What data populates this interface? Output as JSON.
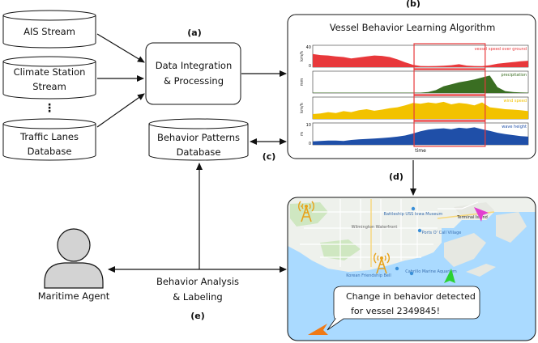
{
  "sources": {
    "ais": "AIS Stream",
    "climate_line1": "Climate Station",
    "climate_line2": "Stream",
    "ellipsis": "⋮",
    "traffic_line1": "Traffic Lanes",
    "traffic_line2": "Database"
  },
  "integration": {
    "tag": "(a)",
    "line1": "Data Integration",
    "line2": "& Processing"
  },
  "patterns_db": {
    "line1": "Behavior Patterns",
    "line2": "Database",
    "tag": "(c)"
  },
  "algorithm": {
    "tag": "(b)",
    "title": "Vessel Behavior Learning Algorithm",
    "time_label": "time"
  },
  "map_panel": {
    "tag": "(d)",
    "alert_line1": "Change in behavior detected",
    "alert_line2": "for vessel 2349845!",
    "place_labels": [
      "Battleship USS Iowa Museum",
      "Terminal Island",
      "Wilmington Waterfront",
      "Ports O' Call Village",
      "Cabrillo Marine Aquarium",
      "Korean Friendship Bell"
    ]
  },
  "agent": {
    "label": "Maritime Agent"
  },
  "analysis": {
    "line1": "Behavior Analysis",
    "line2": "& Labeling",
    "tag": "(e)"
  },
  "chart_data": {
    "type": "area",
    "xlabel": "time",
    "highlight_range": [
      0.47,
      0.8
    ],
    "series": [
      {
        "name": "vessel speed over ground",
        "ylabel": "km/h",
        "ymax_label": "40",
        "ymin_label": "0",
        "color": "#e8383b",
        "values": [
          0.68,
          0.62,
          0.6,
          0.55,
          0.52,
          0.45,
          0.5,
          0.55,
          0.6,
          0.58,
          0.52,
          0.4,
          0.25,
          0.12,
          0.06,
          0.05,
          0.06,
          0.07,
          0.1,
          0.15,
          0.08,
          0.06,
          0.05,
          0.1,
          0.18,
          0.22,
          0.26,
          0.3,
          0.33
        ]
      },
      {
        "name": "precipitation",
        "ylabel": "mm",
        "ymax_label": "",
        "ymin_label": "",
        "color": "#3a6e22",
        "values": [
          0.02,
          0.02,
          0.02,
          0.02,
          0.02,
          0.02,
          0.02,
          0.02,
          0.02,
          0.02,
          0.02,
          0.02,
          0.02,
          0.02,
          0.02,
          0.05,
          0.15,
          0.35,
          0.45,
          0.55,
          0.62,
          0.7,
          0.8,
          0.9,
          0.3,
          0.1,
          0.05,
          0.03,
          0.02
        ]
      },
      {
        "name": "wind speed",
        "ylabel": "km/h",
        "ymax_label": "",
        "ymin_label": "",
        "color": "#f2c200",
        "values": [
          0.25,
          0.28,
          0.35,
          0.3,
          0.4,
          0.35,
          0.45,
          0.5,
          0.42,
          0.48,
          0.55,
          0.6,
          0.7,
          0.82,
          0.78,
          0.85,
          0.8,
          0.88,
          0.75,
          0.82,
          0.78,
          0.7,
          0.85,
          0.6,
          0.55,
          0.5,
          0.48,
          0.45,
          0.4
        ]
      },
      {
        "name": "wave height",
        "ylabel": "m",
        "ymax_label": "10",
        "ymin_label": "0",
        "color": "#1f4fa8",
        "values": [
          0.18,
          0.2,
          0.22,
          0.22,
          0.2,
          0.25,
          0.28,
          0.3,
          0.32,
          0.35,
          0.38,
          0.42,
          0.48,
          0.58,
          0.7,
          0.78,
          0.82,
          0.85,
          0.8,
          0.88,
          0.84,
          0.9,
          0.8,
          0.72,
          0.62,
          0.55,
          0.5,
          0.45,
          0.42
        ]
      }
    ]
  },
  "colors": {
    "outline": "#111111",
    "highlight": "#e8383b",
    "map_water": "#aadaff",
    "map_land": "#eef1ec",
    "map_road": "#ffffff",
    "marker_magenta": "#e23fd0",
    "marker_green": "#2ad134",
    "marker_orange": "#f07a16",
    "beacon": "#e8a21a"
  }
}
